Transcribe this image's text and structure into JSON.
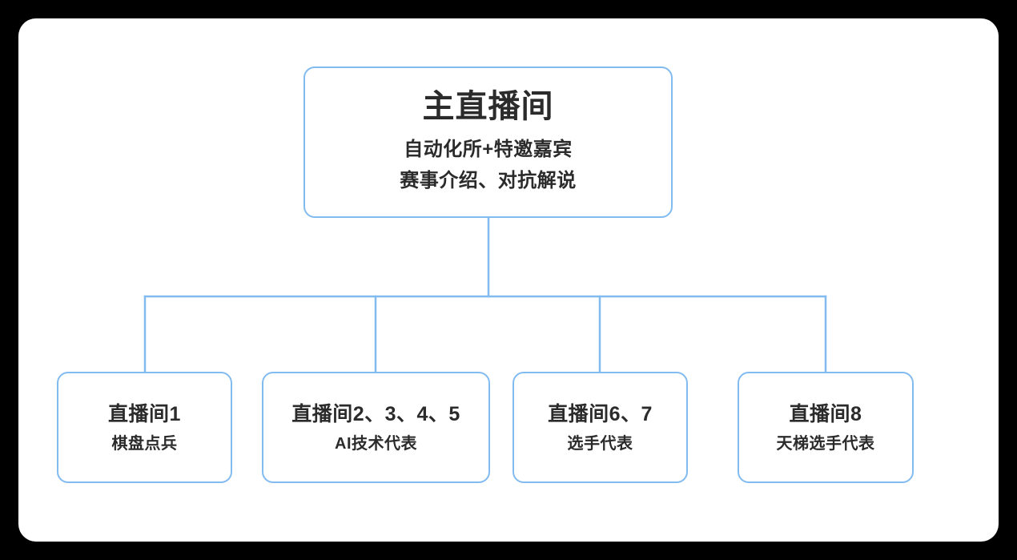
{
  "canvas": {
    "background_color": "#000000",
    "card_color": "#ffffff"
  },
  "theme": {
    "line_color": "#82bbf0",
    "border_color": "#82bbf0",
    "text_color": "#2b2b2b"
  },
  "diagram": {
    "type": "org-tree",
    "root": {
      "title": "主直播间",
      "subtitle_lines": [
        "自动化所+特邀嘉宾",
        "赛事介绍、对抗解说"
      ]
    },
    "children": [
      {
        "title": "直播间1",
        "subtitle": "棋盘点兵"
      },
      {
        "title": "直播间2、3、4、5",
        "subtitle": "AI技术代表"
      },
      {
        "title": "直播间6、7",
        "subtitle": "选手代表"
      },
      {
        "title": "直播间8",
        "subtitle": "天梯选手代表"
      }
    ]
  }
}
